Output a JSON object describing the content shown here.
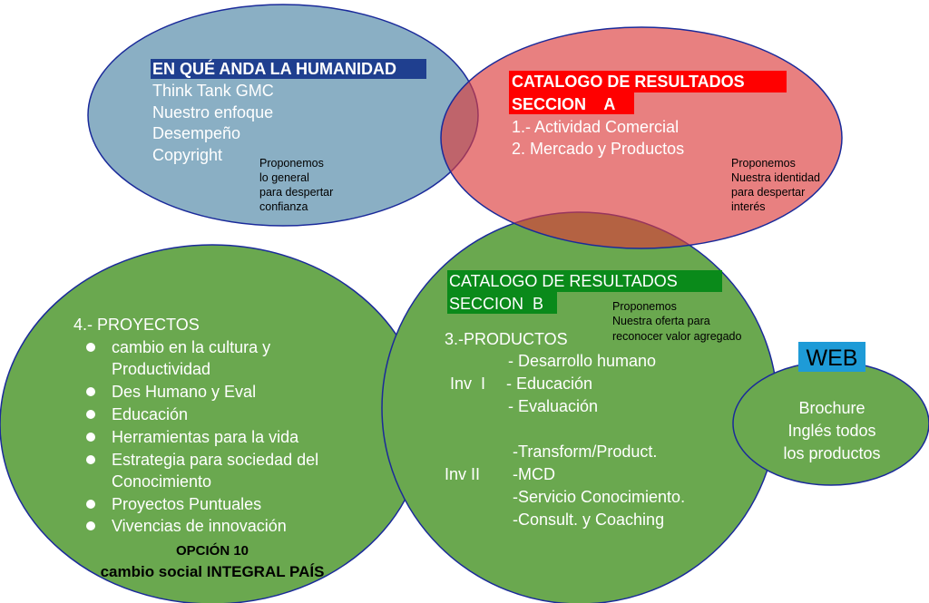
{
  "humanidad": {
    "title": "EN QUÉ ANDA LA HUMANIDAD",
    "items": [
      "Think Tank GMC",
      "Nuestro enfoque",
      "Desempeño",
      "Copyright"
    ],
    "note": [
      "Proponemos",
      "lo general",
      "para despertar",
      "confianza"
    ],
    "title_bg": "#1f3f8f"
  },
  "seccion_a": {
    "title": [
      "CATALOGO DE RESULTADOS",
      "SECCION    A"
    ],
    "items": [
      "1.- Actividad Comercial",
      "2. Mercado y Productos"
    ],
    "note": [
      "Proponemos",
      "Nuestra identidad",
      "para despertar",
      "interés"
    ],
    "title_bg": "#ff0000"
  },
  "seccion_b": {
    "title": [
      "CATALOGO DE RESULTADOS",
      "SECCION  B"
    ],
    "note": [
      "Proponemos",
      "Nuestra oferta para",
      "reconocer valor agregado"
    ],
    "heading": "3.-PRODUCTOS",
    "inv1_label": "Inv  I",
    "inv1_items": [
      "- Desarrollo humano",
      "- Educación",
      "- Evaluación"
    ],
    "inv2_label": "Inv II",
    "inv2_items": [
      "-Transform/Product.",
      "-MCD",
      "-Servicio Conocimiento.",
      "-Consult. y Coaching"
    ],
    "title_bg": "#0a8a1a"
  },
  "proyectos": {
    "heading": "4.- PROYECTOS",
    "items": [
      "cambio en la cultura y",
      "Productividad",
      "Des Humano y Eval",
      "Educación",
      "Herramientas para la vida",
      "Estrategia para sociedad del",
      "Conocimiento",
      "Proyectos Puntuales",
      "Vivencias de innovación"
    ],
    "overlay1": "OPCIÓN 10",
    "overlay2": "cambio social INTEGRAL PAÍS"
  },
  "web": {
    "title": "WEB",
    "items": [
      "Brochure",
      "Inglés todos",
      "los productos"
    ],
    "title_bg": "#1e9bd7"
  }
}
